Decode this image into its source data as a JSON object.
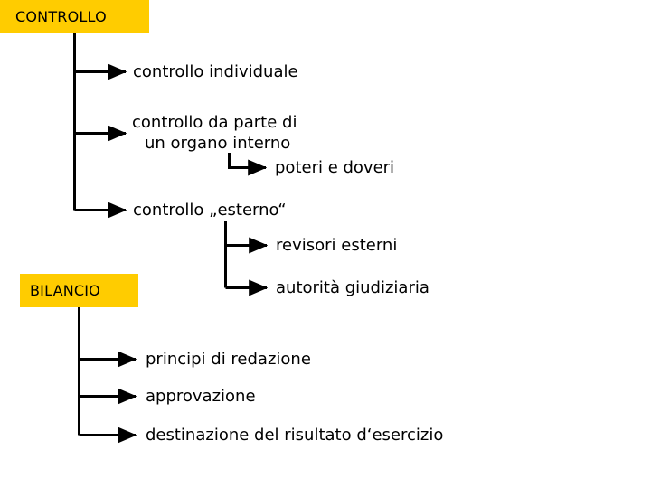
{
  "diagram": {
    "title_nodes": [
      {
        "id": "controllo",
        "label": "CONTROLLO",
        "color": "#FFCC00"
      },
      {
        "id": "bilancio",
        "label": "BILANCIO",
        "color": "#FFCC00"
      }
    ],
    "accent_color": "#FFCC00",
    "line_color": "#000000",
    "background": "#ffffff",
    "branches": {
      "controllo": [
        {
          "id": "individuale",
          "label": "controllo individuale"
        },
        {
          "id": "organo-interno-l1",
          "label": "controllo da parte di"
        },
        {
          "id": "organo-interno-l2",
          "label": "un organo interno"
        },
        {
          "id": "esterno",
          "label": "controllo „esterno“"
        }
      ],
      "organo_interno_children": [
        {
          "id": "poteri-doveri",
          "label": "poteri e doveri"
        }
      ],
      "esterno_children": [
        {
          "id": "revisori-esterni",
          "label": "revisori esterni"
        },
        {
          "id": "autorita-giudiziaria",
          "label": "autorità giudiziaria"
        }
      ],
      "bilancio": [
        {
          "id": "principi-redazione",
          "label": "principi di redazione"
        },
        {
          "id": "approvazione",
          "label": "approvazione"
        },
        {
          "id": "destinazione-risultato",
          "label": "destinazione del risultato d‘esercizio"
        }
      ]
    }
  }
}
